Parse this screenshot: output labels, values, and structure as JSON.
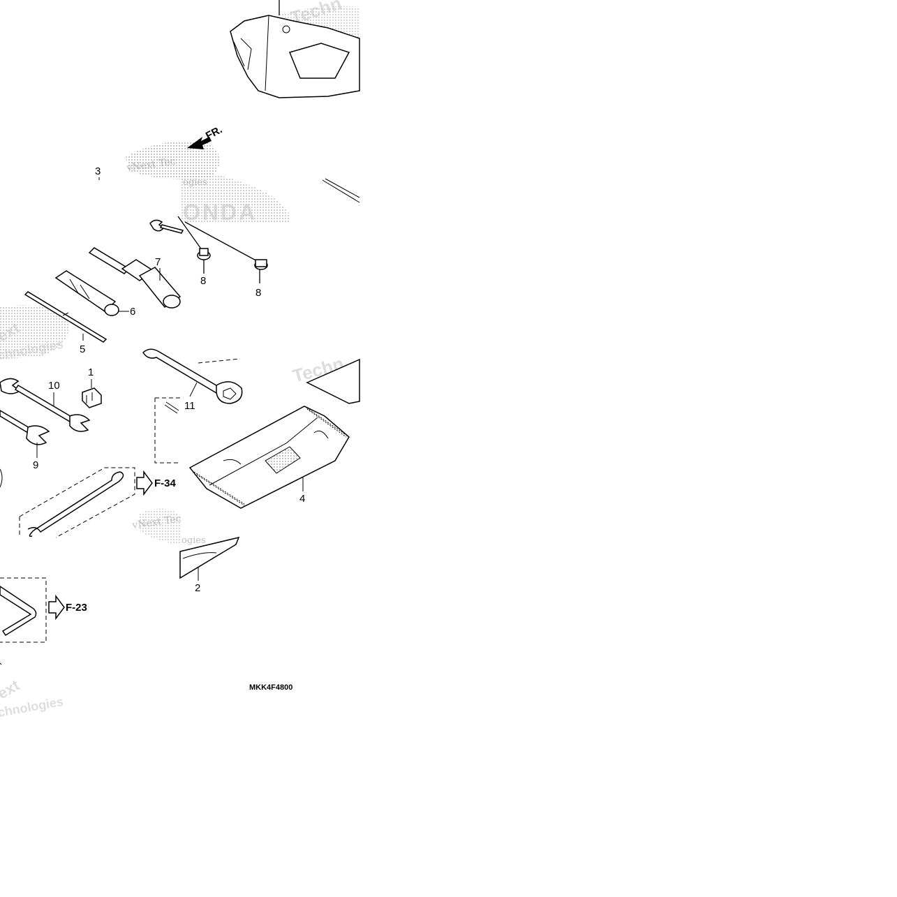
{
  "watermarks": {
    "brand": "vNext Technologies",
    "word1": "Techn",
    "word2": "vNext Tec",
    "word3": "ogies",
    "word4": "ext",
    "word5": "chnologies",
    "logo": "ONDA"
  },
  "direction_label": "FR.",
  "callouts": {
    "c1": "1",
    "c2": "2",
    "c3": "3",
    "c4": "4",
    "c5": "5",
    "c6": "6",
    "c7": "7",
    "c8a": "8",
    "c8b": "8",
    "c9": "9",
    "c10": "10",
    "c11": "11"
  },
  "references": {
    "ref_a": "F-34",
    "ref_b": "F-23"
  },
  "diagram_code": "MKK4F4800",
  "colors": {
    "ink": "#000000",
    "watermark": "#8a8a8a",
    "background": "#ffffff"
  }
}
